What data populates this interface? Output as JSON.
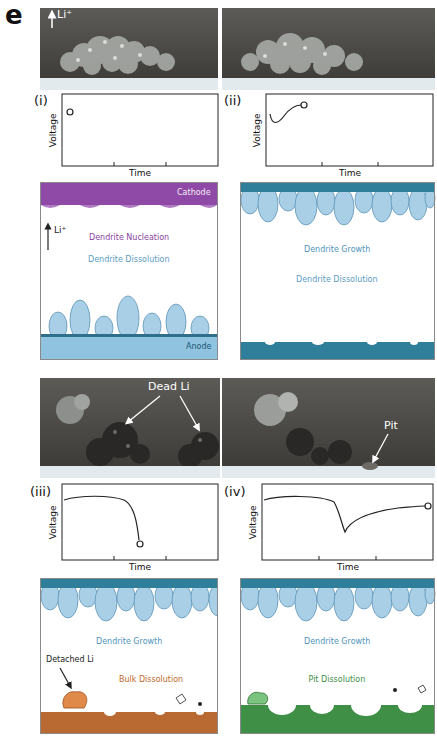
{
  "diagram": {
    "nodes": [
      {
        "text": [
          "Dendrite Nucleation",
          "Dendrite Dissolution",
          "Li⁺"
        ]
      },
      {
        "text": [
          "Cathode"
        ],
        "in": 0
      },
      {
        "text": [
          "Anode"
        ],
        "in": 0
      },
      {
        "text": [
          "Dendrite Growth",
          "Dendrite Dissolution"
        ]
      },
      {
        "text": [
          "Dendrite Growth",
          "Detached Li",
          "Bulk Dissolution"
        ]
      },
      {
        "text": [
          "Dendrite Growth",
          "Pit Dissolution"
        ]
      }
    ],
    "labels": [
      "e",
      "Li⁺",
      "(i)",
      "Voltage",
      "Time",
      "(ii)",
      "Voltage",
      "Time",
      "Dead Li",
      "Pit",
      "(iii)",
      "Voltage",
      "Time",
      "(iv)",
      "Voltage",
      "Time"
    ]
  }
}
